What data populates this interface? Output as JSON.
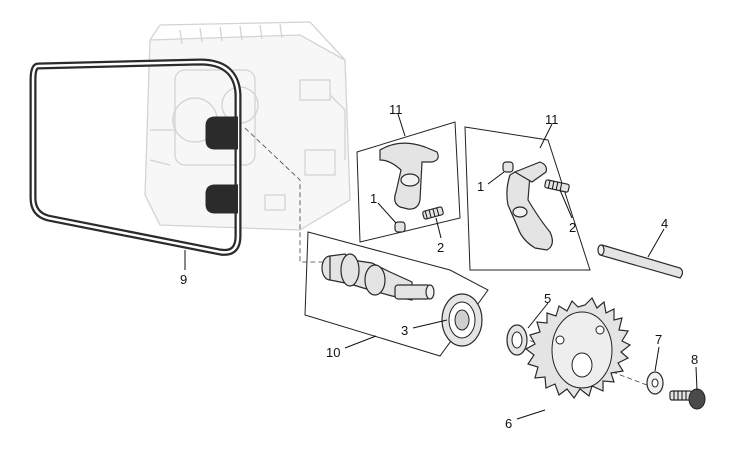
{
  "callouts": {
    "c1a": "1",
    "c1b": "1",
    "c2a": "2",
    "c2b": "2",
    "c3": "3",
    "c4": "4",
    "c5": "5",
    "c6": "6",
    "c7": "7",
    "c8": "8",
    "c9": "9",
    "c10": "10",
    "c11a": "11",
    "c11b": "11"
  }
}
